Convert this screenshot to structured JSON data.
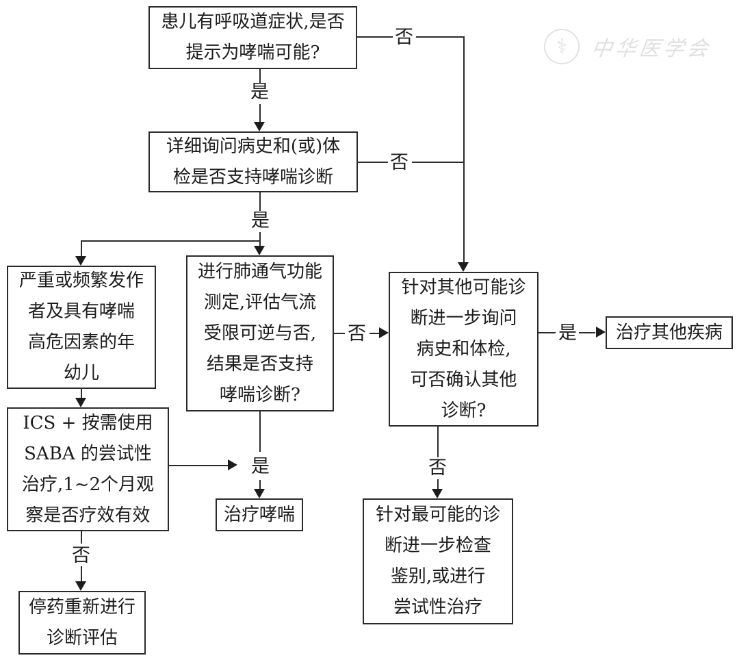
{
  "watermark": {
    "seal_icon": "caduceus-seal",
    "seal_glyph": "⚕",
    "org_text": "中华医学会",
    "color": "#e0e0e0"
  },
  "labels": {
    "yes": "是",
    "no": "否"
  },
  "colors": {
    "line": "#2b2b2b",
    "text": "#1c1c1c",
    "background": "#ffffff"
  },
  "boxes": {
    "symptoms": {
      "lines": [
        "患儿有呼吸道症状,是否",
        "提示为哮喘可能?"
      ]
    },
    "history": {
      "lines": [
        "详细询问病史和(或)体",
        "检是否支持哮喘诊断"
      ]
    },
    "severe": {
      "lines": [
        "严重或频繁发作",
        "者及具有哮喘",
        "高危因素的年",
        "幼儿"
      ]
    },
    "lung": {
      "lines": [
        "进行肺通气功能",
        "测定,评估气流",
        "受限可逆与否,",
        "结果是否支持",
        "哮喘诊断?"
      ]
    },
    "other_dx": {
      "lines": [
        "针对其他可能诊",
        "断进一步询问",
        "病史和体检,",
        "可否确认其他",
        "诊断?"
      ]
    },
    "treat_other": {
      "lines": [
        "治疗其他疾病"
      ]
    },
    "ics": {
      "lines": [
        "ICS + 按需使用",
        "SABA 的尝试性",
        "治疗,1~2个月观",
        "察是否疗效有效"
      ]
    },
    "treat_asthma": {
      "lines": [
        "治疗哮喘"
      ]
    },
    "likely_dx": {
      "lines": [
        "针对最可能的诊",
        "断进一步检查",
        "鉴别,或进行",
        "尝试性治疗"
      ]
    },
    "stop": {
      "lines": [
        "停药重新进行",
        "诊断评估"
      ]
    }
  }
}
